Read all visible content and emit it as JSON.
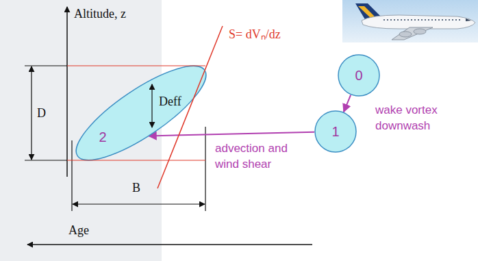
{
  "diagram": {
    "nodes": [
      {
        "text": [
          "0"
        ]
      },
      {
        "text": [
          "1"
        ]
      },
      {
        "text": [
          "2"
        ]
      }
    ],
    "edges": [
      {
        "from": 0,
        "to": 1,
        "arrow": "to",
        "label": "wake vortex downwash"
      },
      {
        "from": 1,
        "to": 2,
        "arrow": "to",
        "label": "advection and wind shear"
      }
    ],
    "labels": [
      "Altitude, z",
      "D",
      "Deff",
      "B",
      "Age",
      "S= dVₙ/dz"
    ]
  }
}
